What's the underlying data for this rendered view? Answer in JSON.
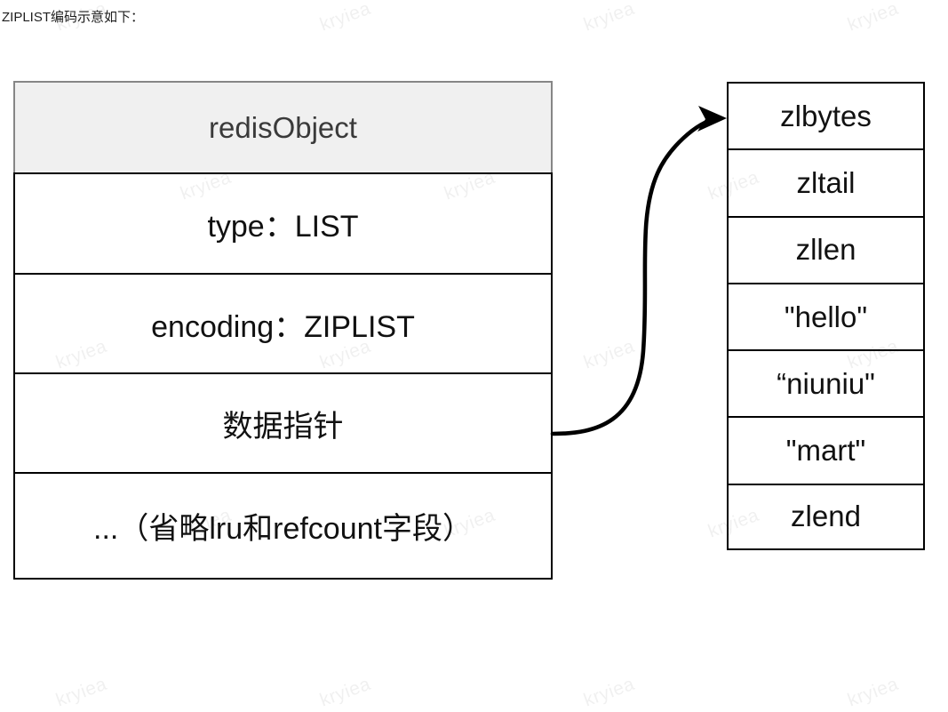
{
  "caption": {
    "text": "ZIPLIST编码示意如下："
  },
  "redis_object_box": {
    "name": "redisObject struct box",
    "header": {
      "label": "redisObject",
      "fill": "#f0f0f0",
      "border": "#868686"
    },
    "rows": [
      {
        "label": "type：LIST"
      },
      {
        "label": "encoding：ZIPLIST"
      },
      {
        "label": "数据指针"
      },
      {
        "label": "...（省略lru和refcount字段）"
      }
    ]
  },
  "ziplist_box": {
    "name": "ziplist memory layout box",
    "rows": [
      {
        "label": "zlbytes"
      },
      {
        "label": "zltail"
      },
      {
        "label": "zllen"
      },
      {
        "label": "\"hello\""
      },
      {
        "label": "“niuniu\""
      },
      {
        "label": "\"mart\""
      },
      {
        "label": "zlend"
      }
    ]
  },
  "connector": {
    "name": "data-pointer-arrow",
    "from": "数据指针",
    "to": "zlbytes",
    "color": "#000000"
  },
  "watermark": {
    "text": "kryiea",
    "color": "#000000",
    "rotation_deg": -20
  },
  "colors": {
    "background": "#ffffff",
    "box_border": "#000000",
    "header_fill": "#f0f0f0",
    "header_border": "#868686",
    "text": "#111111"
  }
}
